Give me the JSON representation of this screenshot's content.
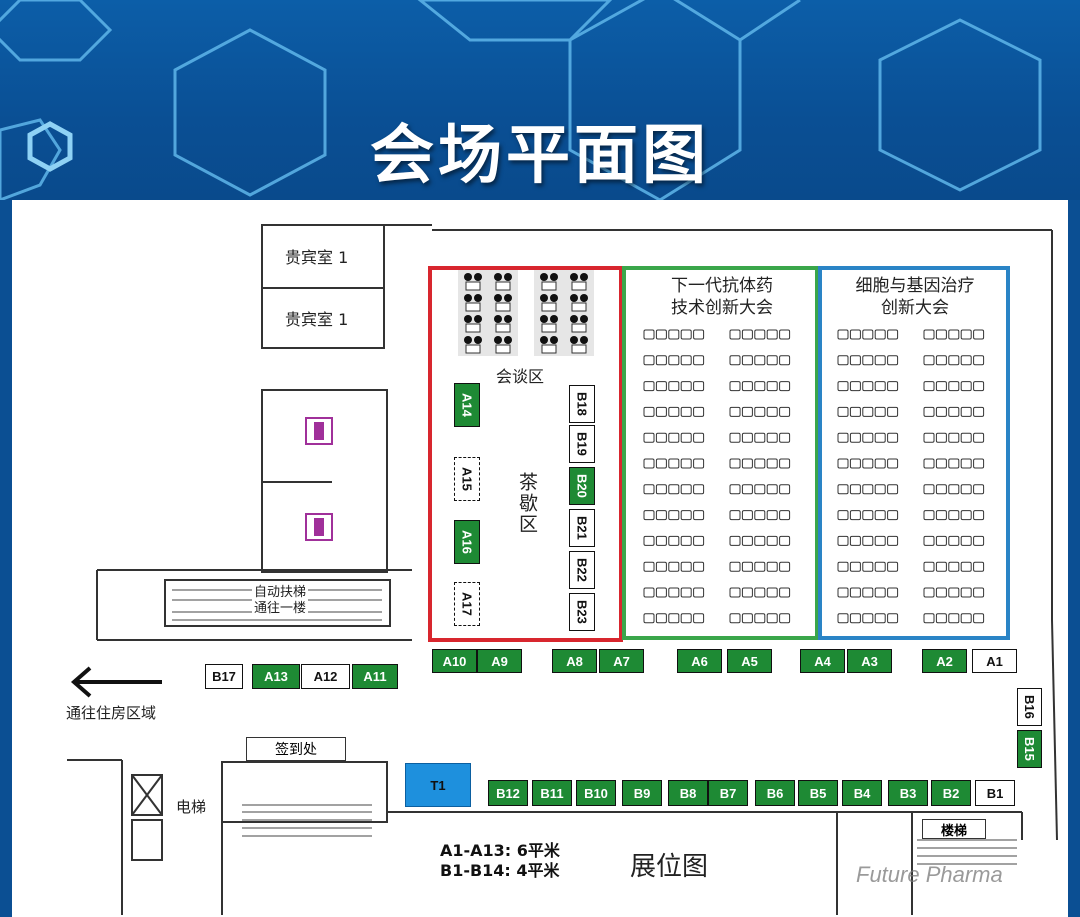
{
  "title": "会场平面图",
  "rooms": {
    "vip1": "贵宾室 1",
    "vip2": "贵宾室 1",
    "meeting": "会谈区",
    "tea": "茶歇区",
    "escalator": "自动扶梯\n通往一楼",
    "elevator": "电梯",
    "checkin": "签到处",
    "stairs": "楼梯",
    "to_lodging": "通往住房区域",
    "plan_name": "展位图"
  },
  "zones": {
    "antibody": "下一代抗体药\n技术创新大会",
    "cell_gene": "细胞与基因治疗\n创新大会",
    "colors": {
      "meeting": "#d8262e",
      "antibody": "#3aa64a",
      "cell_gene": "#2a84c6"
    }
  },
  "legend": {
    "line1": "A1-A13:  6平米",
    "line2": "B1-B14:  4平米"
  },
  "watermark": "Future Pharma",
  "booths": {
    "a_row": [
      "A10",
      "A9",
      "A8",
      "A7",
      "A6",
      "A5",
      "A4",
      "A3",
      "A2",
      "A1"
    ],
    "a_left": [
      "B17",
      "A13",
      "A12",
      "A11"
    ],
    "tea_a": [
      "A14",
      "A15",
      "A16",
      "A17"
    ],
    "tea_b": [
      "B18",
      "B19",
      "B20",
      "B21",
      "B22",
      "B23"
    ],
    "b_row": [
      "B12",
      "B11",
      "B10",
      "B9",
      "B8",
      "B7",
      "B6",
      "B5",
      "B4",
      "B3",
      "B2",
      "B1"
    ],
    "b_side": [
      "B16",
      "B15"
    ],
    "t1": "T1"
  }
}
